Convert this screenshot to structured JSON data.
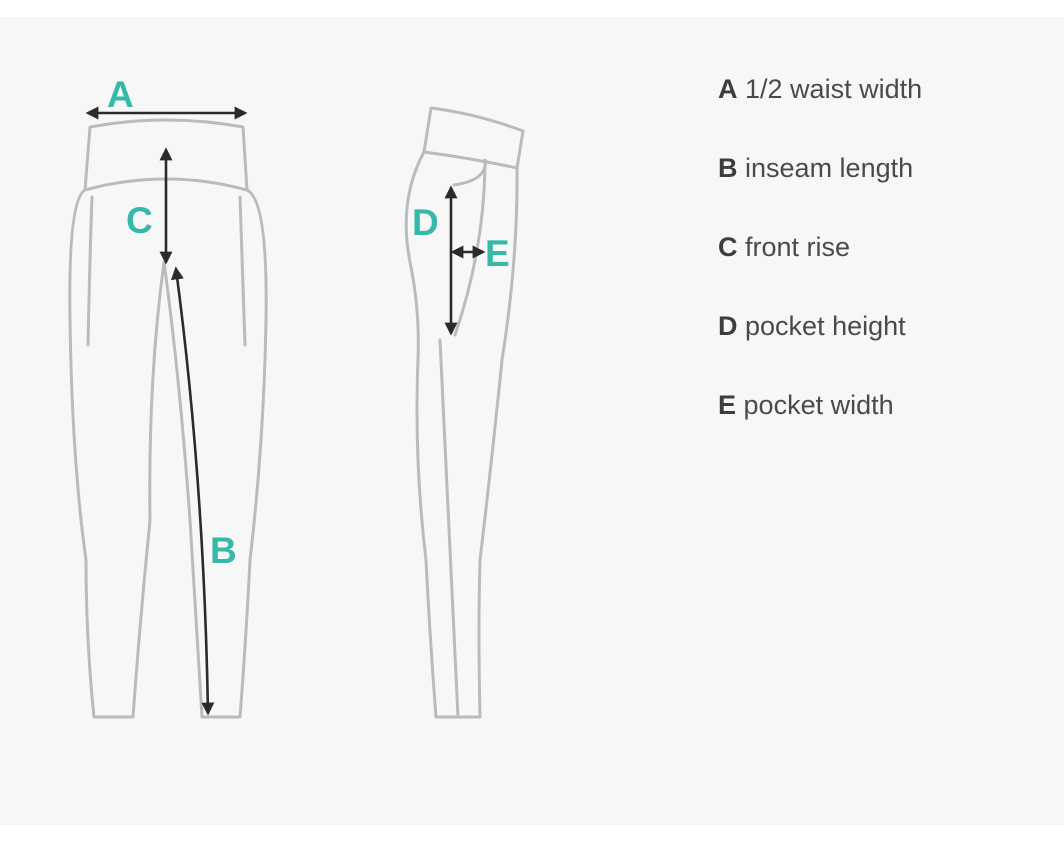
{
  "diagram": {
    "front_labels": {
      "A": "A",
      "B": "B",
      "C": "C"
    },
    "side_labels": {
      "D": "D",
      "E": "E"
    },
    "label_color": "#37b9aa",
    "outline_color": "#b9bcbf",
    "arrow_color": "#2b2b2b"
  },
  "legend": [
    {
      "key": "A",
      "text": "1/2 waist width"
    },
    {
      "key": "B",
      "text": "inseam length"
    },
    {
      "key": "C",
      "text": "front rise"
    },
    {
      "key": "D",
      "text": "pocket height"
    },
    {
      "key": "E",
      "text": "pocket width"
    }
  ]
}
